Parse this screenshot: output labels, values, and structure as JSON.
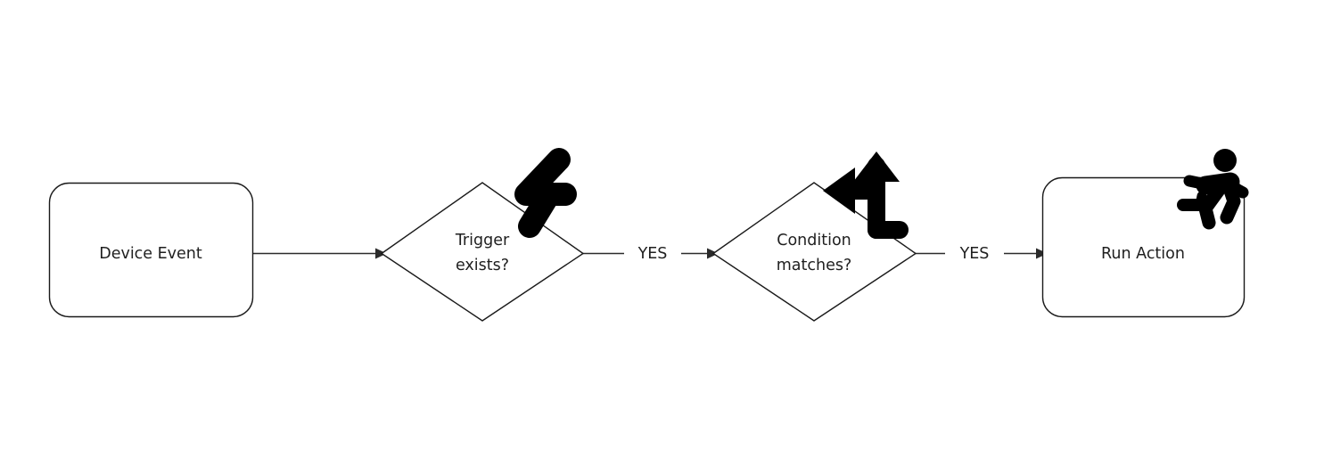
{
  "diagram": {
    "type": "flowchart",
    "orientation": "left-to-right",
    "background_color": "#ffffff",
    "stroke_color": "#1a1a1a",
    "text_color": "#1f1f1f",
    "icon_color": "#000000",
    "nodes": [
      {
        "id": "device-event",
        "shape": "rounded-rectangle",
        "label": "Device Event",
        "icon": null
      },
      {
        "id": "trigger-exists",
        "shape": "diamond",
        "label_line1": "Trigger",
        "label_line2": "exists?",
        "icon": "lightning-bolt-icon"
      },
      {
        "id": "condition-matches",
        "shape": "diamond",
        "label_line1": "Condition",
        "label_line2": "matches?",
        "icon": "branch-arrows-icon"
      },
      {
        "id": "run-action",
        "shape": "rounded-rectangle",
        "label": "Run Action",
        "icon": "running-person-icon"
      }
    ],
    "edges": [
      {
        "id": "edge-1",
        "from": "device-event",
        "to": "trigger-exists",
        "label": ""
      },
      {
        "id": "edge-2",
        "from": "trigger-exists",
        "to": "condition-matches",
        "label": "YES"
      },
      {
        "id": "edge-3",
        "from": "condition-matches",
        "to": "run-action",
        "label": "YES"
      }
    ]
  }
}
